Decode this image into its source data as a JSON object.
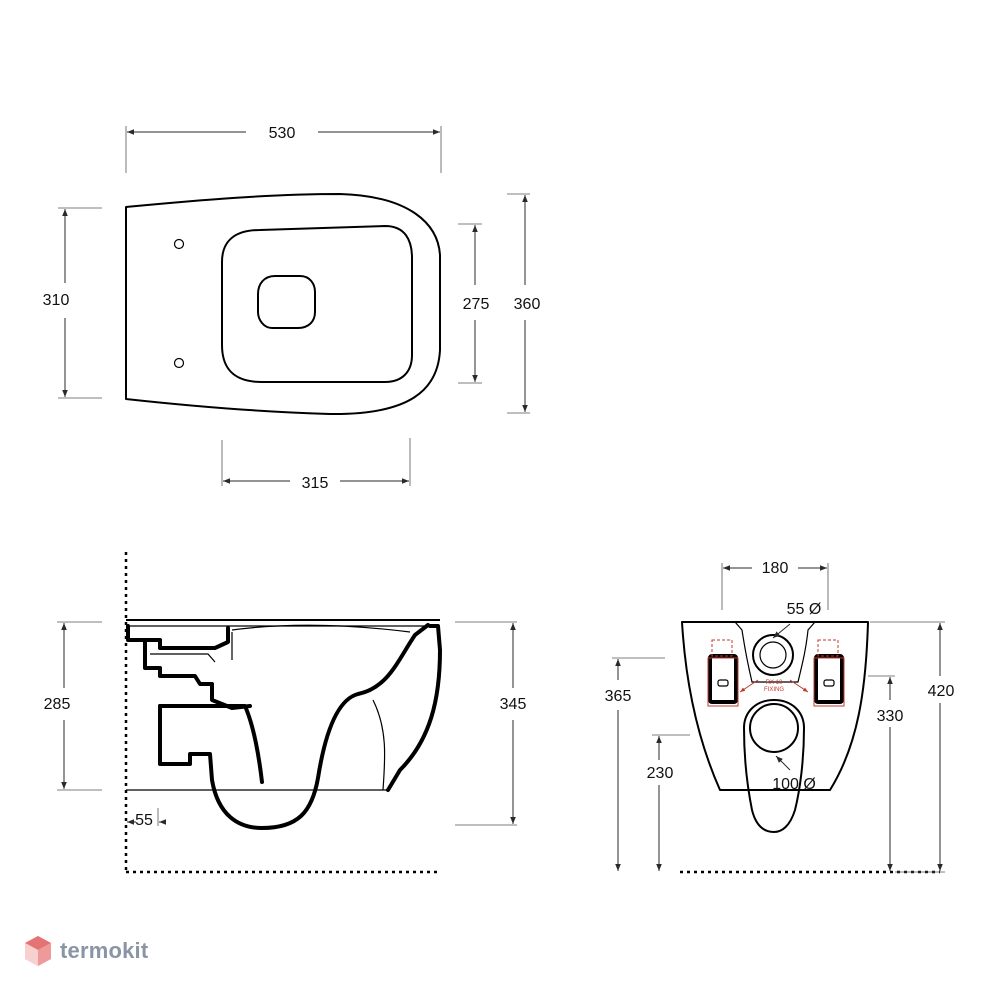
{
  "brand": {
    "name": "termokit"
  },
  "top_view": {
    "width": "530",
    "depth_left": "310",
    "inner_depth": "275",
    "overall_depth": "360",
    "bowl_width": "315"
  },
  "side_view": {
    "height_left": "285",
    "height_right": "345",
    "offset": "55"
  },
  "back_view": {
    "fixing_spacing": "180",
    "inlet_diameter": "55 Ø",
    "outlet_diameter": "100 Ø",
    "inlet_height": "365",
    "outlet_height": "230",
    "fixing_height": "330",
    "overall_height": "420",
    "plate_text_1": "RX 10",
    "plate_text_2": "FIXING"
  },
  "colors": {
    "line": "#000000",
    "accent": "#c0392b",
    "brand": "#8a94a6"
  }
}
